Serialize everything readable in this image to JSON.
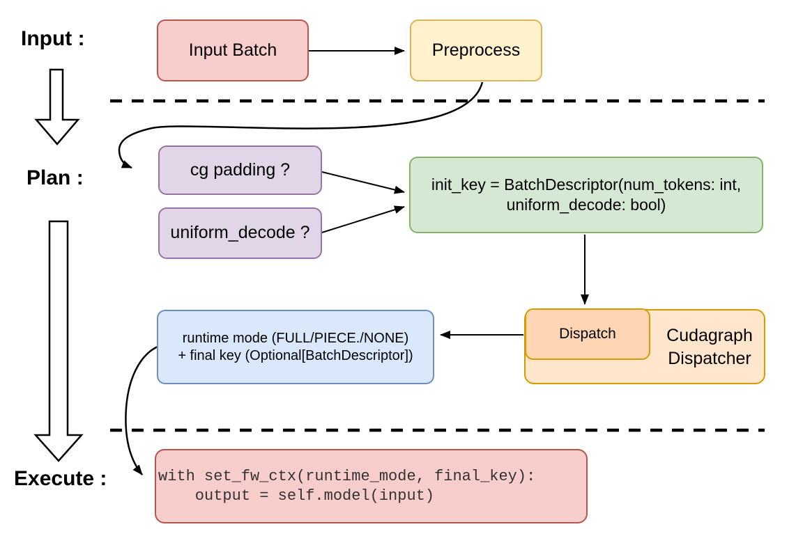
{
  "palette": {
    "red_fill": "#f8cecc",
    "red_stroke": "#b85450",
    "yellow_fill": "#fff2cc",
    "yellow_stroke": "#d6b656",
    "purple_fill": "#e1d5e7",
    "purple_stroke": "#9673a6",
    "green_fill": "#d5e8d4",
    "green_stroke": "#82b366",
    "blue_fill": "#dae8fc",
    "blue_stroke": "#6c8ebf",
    "orange_fill": "#ffe6cc",
    "orange_inner_fill": "#ffd5b3",
    "orange_stroke": "#d79b00",
    "line_color": "#000000",
    "code_text": "#333333"
  },
  "stage_labels": {
    "input": "Input :",
    "plan": "Plan :",
    "execute": "Execute :"
  },
  "nodes": {
    "input_batch": "Input Batch",
    "preprocess": "Preprocess",
    "cg_padding": "cg padding ?",
    "uniform_decode": "uniform_decode ?",
    "init_key_line1": "init_key = BatchDescriptor(num_tokens: int,",
    "init_key_line2": "uniform_decode: bool)",
    "dispatch": "Dispatch",
    "dispatcher_line1": "Cudagraph",
    "dispatcher_line2": "Dispatcher",
    "runtime_line1": "runtime mode (FULL/PIECE./NONE)",
    "runtime_line2": "+ final key (Optional[BatchDescriptor])",
    "code_line1": "with set_fw_ctx(runtime_mode, final_key):",
    "code_line2": "    output = self.model(input)"
  }
}
